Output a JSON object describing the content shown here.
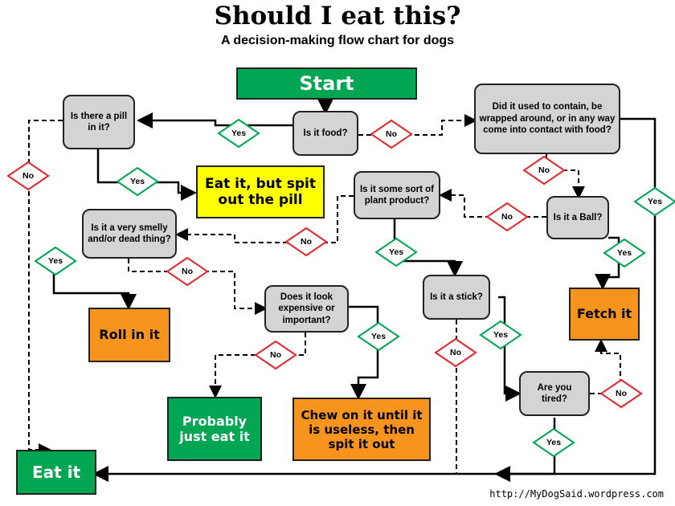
{
  "title": "Should I eat this?",
  "subtitle": "A decision-making flow chart for dogs",
  "nodes": {
    "start": "Start",
    "is_food": "Is it food?",
    "pill": "Is there a pill in it?",
    "contact_food": "Did it used to contain, be wrapped around, or in any way come into contact with food?",
    "eat_spit_pill": "Eat it, but spit out the pill",
    "plant": "Is it some sort of plant product?",
    "ball": "Is it a Ball?",
    "smelly": "Is it a very smelly and/or dead thing?",
    "stick": "Is it a stick?",
    "fetch": "Fetch it",
    "roll": "Roll in it",
    "expensive": "Does it look expensive or important?",
    "tired": "Are you tired?",
    "probably_eat": "Probably just eat it",
    "chew": "Chew on it until it is useless, then spit it out",
    "eat": "Eat it"
  },
  "labels": {
    "yes": "Yes",
    "no": "No"
  },
  "credit": "http://MyDogSaid.wordpress.com",
  "colors": {
    "green": "#00a651",
    "yellow": "#ffff00",
    "orange": "#f7941d",
    "question": "#d4d4d4",
    "no": "#e8262b",
    "yes": "#00a651"
  }
}
